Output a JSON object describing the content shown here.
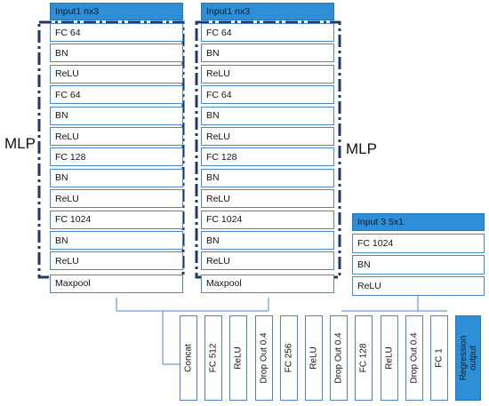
{
  "mlp_label": "MLP",
  "branch1": {
    "input": "Input1 nx3",
    "layers": [
      "FC 64",
      "BN",
      "ReLU",
      "FC 64",
      "BN",
      "ReLU",
      "FC 128",
      "BN",
      "ReLU",
      "FC 1024",
      "BN",
      "ReLU"
    ],
    "pool": "Maxpool"
  },
  "branch2": {
    "input": "Input1 nx3",
    "layers": [
      "FC 64",
      "BN",
      "ReLU",
      "FC 64",
      "BN",
      "ReLU",
      "FC 128",
      "BN",
      "ReLU",
      "FC 1024",
      "BN",
      "ReLU"
    ],
    "pool": "Maxpool"
  },
  "branch3": {
    "input": "Input 3 5x1",
    "layers": [
      "FC 1024",
      "BN",
      "ReLU"
    ]
  },
  "head": {
    "layers": [
      "Concat",
      "FC 512",
      "ReLU",
      "Drop Out 0.4",
      "FC 256",
      "ReLU",
      "Drop Out 0.4",
      "FC 128",
      "ReLU",
      "Drop Out 0.4",
      "FC 1",
      "Regression output"
    ]
  },
  "colors": {
    "accent": "#2e8fd6",
    "border": "#4a86c8",
    "frame": "#1f3864"
  }
}
